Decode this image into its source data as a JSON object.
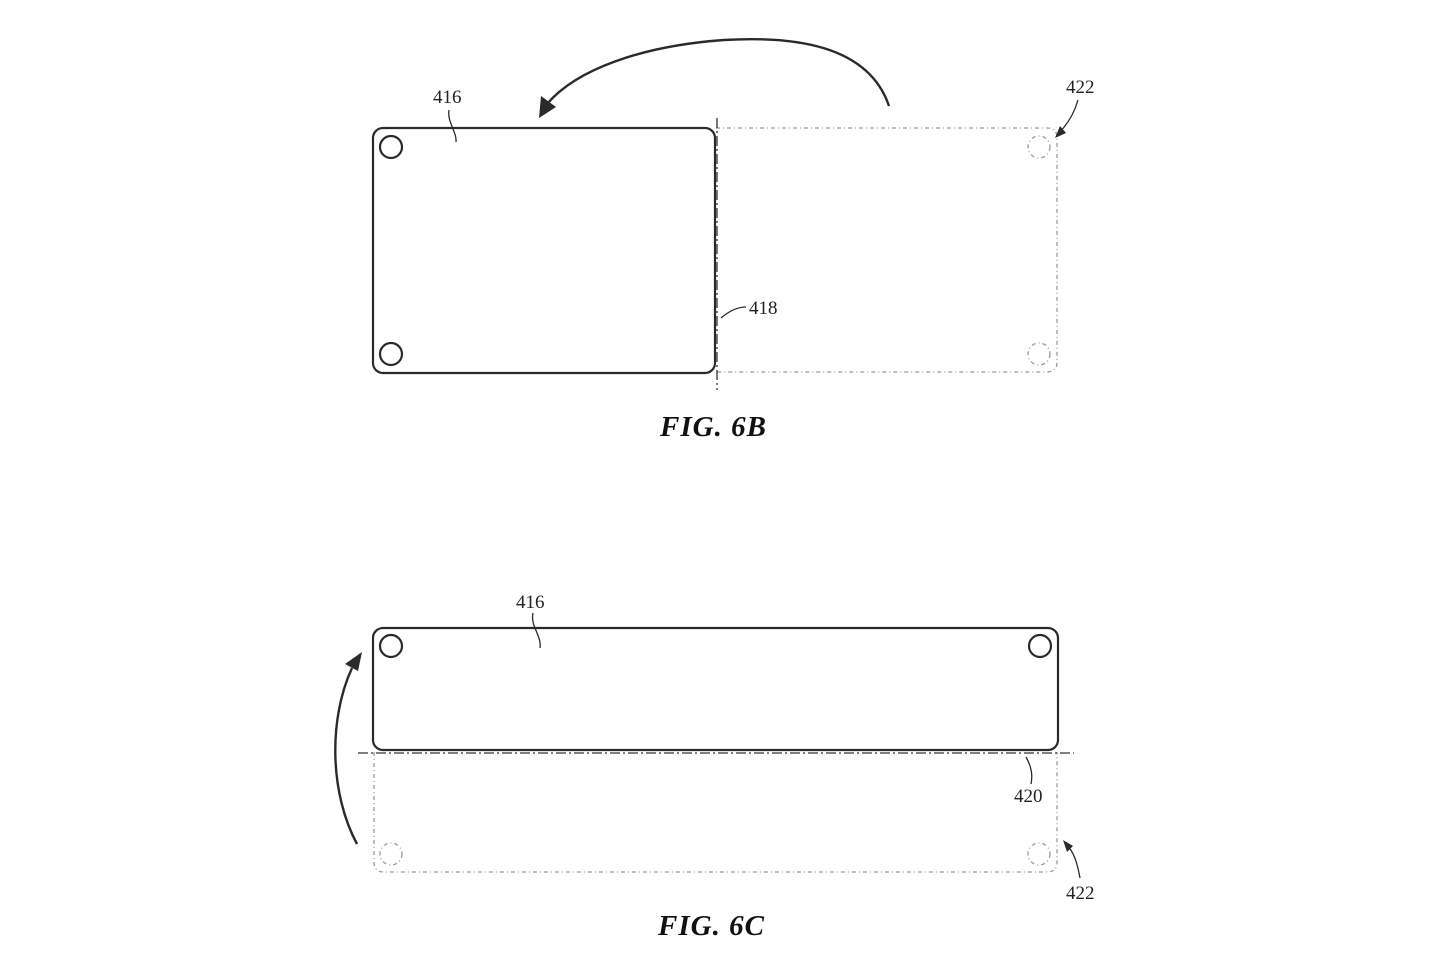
{
  "figures": [
    {
      "caption": "FIG. 6B",
      "labels": {
        "panel": "416",
        "fold_axis": "418",
        "unfolded_outline": "422"
      }
    },
    {
      "caption": "FIG. 6C",
      "labels": {
        "panel": "416",
        "fold_axis": "420",
        "unfolded_outline": "422"
      }
    }
  ],
  "colors": {
    "line": "#2a2a2a",
    "ghost_line": "#9a9a9a",
    "background": "#ffffff"
  }
}
